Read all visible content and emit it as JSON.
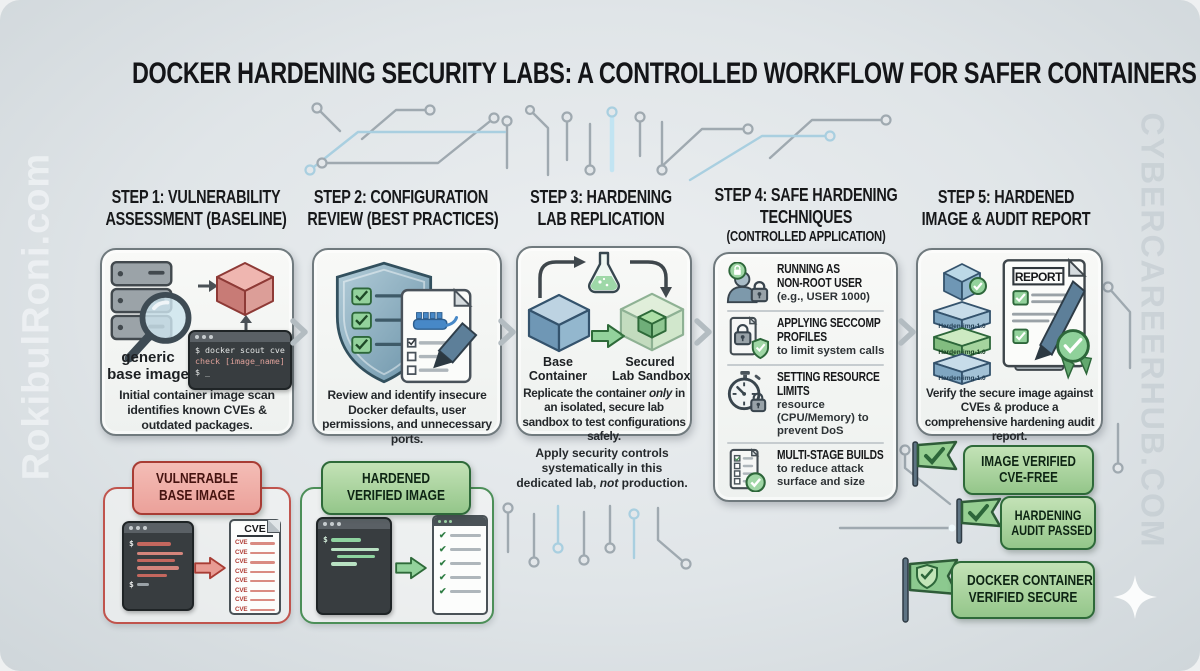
{
  "title": "DOCKER HARDENING SECURITY LABS: A CONTROLLED WORKFLOW FOR SAFER CONTAINERS",
  "watermarks": {
    "left": "RokibulRoni.com",
    "right": "CYBERCAREERHUB.COM"
  },
  "steps": [
    {
      "heading_lines": [
        "STEP 1: VULNERABILITY",
        "ASSESSMENT (BASELINE)"
      ],
      "image_label_lines": [
        "generic",
        "base image"
      ],
      "terminal_lines": [
        "$ docker scout cve",
        "check [image_name]",
        "$ _"
      ],
      "description": "Initial container image scan identifies known CVEs & outdated packages."
    },
    {
      "heading_lines": [
        "STEP 2: CONFIGURATION",
        "REVIEW (BEST PRACTICES)"
      ],
      "description": "Review and identify insecure Docker defaults, user permissions, and unnecessary ports."
    },
    {
      "heading_lines": [
        "STEP 3: HARDENING",
        "LAB REPLICATION"
      ],
      "cube_left_lines": [
        "Base",
        "Container"
      ],
      "cube_right_lines": [
        "Secured",
        "Lab Sandbox"
      ],
      "description": {
        "pre": "Replicate the container ",
        "em": "only",
        "post": " in an isolated, secure lab sandbox to test configurations safely."
      },
      "note": {
        "pre": "Apply security controls systematically in this dedicated lab, ",
        "em": "not",
        "post": " production."
      }
    },
    {
      "heading_lines": [
        "STEP 4: SAFE HARDENING",
        "TECHNIQUES"
      ],
      "subheading": "(CONTROLLED APPLICATION)",
      "items": [
        {
          "icon": "user-lock-icon",
          "title_lines": [
            "RUNNING AS",
            "NON-ROOT USER"
          ],
          "detail": "(e.g., USER 1000)"
        },
        {
          "icon": "document-lock-icon",
          "title_lines": [
            "APPLYING SECCOMP",
            "PROFILES"
          ],
          "detail": "to limit system calls"
        },
        {
          "icon": "stopwatch-lock-icon",
          "title_lines": [
            "SETTING RESOURCE",
            "LIMITS"
          ],
          "detail": "resource (CPU/Memory) to prevent DoS"
        },
        {
          "icon": "multistage-checklist-icon",
          "title_lines": [
            "MULTI-STAGE BUILDS"
          ],
          "detail": "to reduce attack surface and size"
        }
      ]
    },
    {
      "heading_lines": [
        "STEP 5: HARDENED",
        "IMAGE & AUDIT REPORT"
      ],
      "report_title": "REPORT",
      "stack_labels": [
        "Harden-img-1.0",
        "Harden-img-1.0",
        "Harden-img-1.0"
      ],
      "description": "Verify the secure image against CVEs & produce a comprehensive hardening audit report."
    }
  ],
  "vulnerable_panel": {
    "badge_lines": [
      "VULNERABLE",
      "BASE IMAGE"
    ],
    "prompt": "$",
    "doc_title": "CVE",
    "cve_label": "CVE"
  },
  "hardened_panel": {
    "badge_lines": [
      "HARDENED",
      "VERIFIED IMAGE"
    ],
    "prompt": "$"
  },
  "verification_badges": [
    {
      "icon": "check-flag-icon",
      "lines": [
        "IMAGE VERIFIED",
        "CVE-FREE"
      ]
    },
    {
      "icon": "check-flag-icon",
      "lines": [
        "HARDENING",
        "AUDIT PASSED"
      ]
    },
    {
      "icon": "shield-check-flag-icon",
      "lines": [
        "DOCKER CONTAINER",
        "VERIFIED SECURE"
      ]
    }
  ],
  "colors": {
    "background": "#dfe4e7",
    "card_border": "#707a7e",
    "heading_text": "#17181a",
    "red_accent": "#c0544d",
    "red_badge_bg": "#f2b3ad",
    "green_accent": "#2e6a39",
    "green_badge_bg": "#a9d69f",
    "terminal_bg": "#383d40",
    "trace_gray": "#9fa9b0",
    "trace_blue": "#a9cfe0"
  }
}
